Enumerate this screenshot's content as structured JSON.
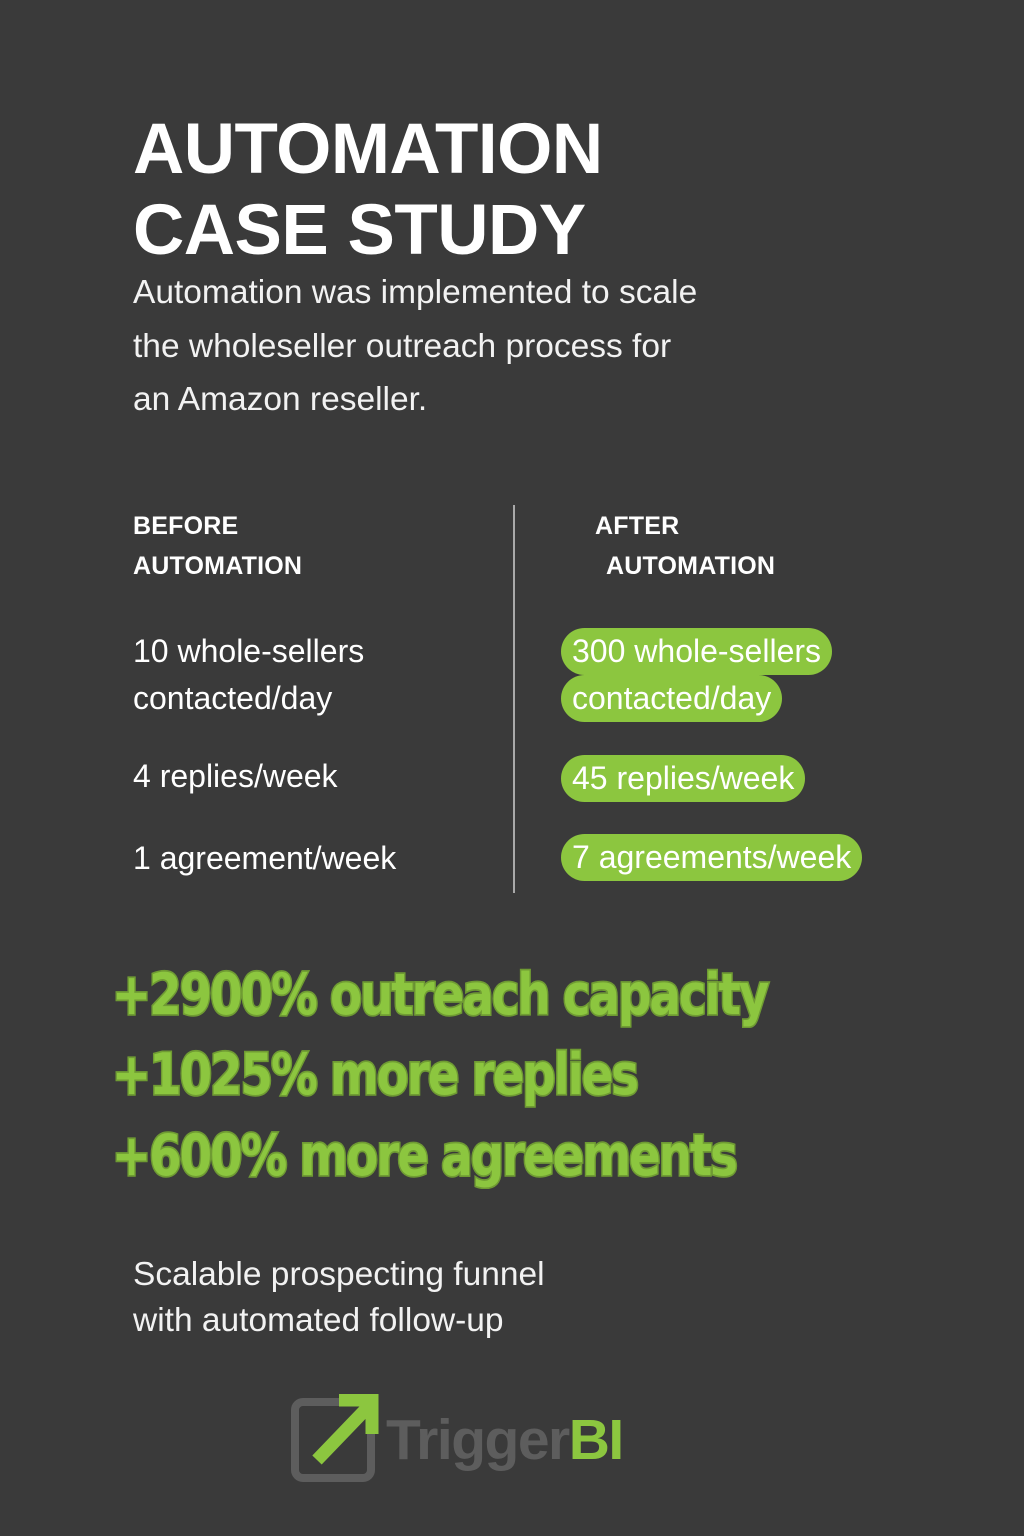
{
  "theme": {
    "background": "#3a3a3a",
    "accent_green": "#8cc63f",
    "text_white": "#ffffff",
    "logo_gray": "#5d5d5d",
    "divider_gray": "#a9a9a9"
  },
  "header": {
    "title_line1": "AUTOMATION",
    "title_line2": "CASE STUDY",
    "subtitle_line1": "Automation was implemented to scale",
    "subtitle_line2": "the wholeseller outreach process for",
    "subtitle_line3": "an Amazon reseller."
  },
  "comparison": {
    "before": {
      "heading_line1": "BEFORE",
      "heading_line2": "AUTOMATION",
      "rows": [
        "10 whole-sellers\ncontacted/day",
        "4 replies/week",
        "1 agreement/week"
      ]
    },
    "after": {
      "heading_line1": "AFTER",
      "heading_line2": "AUTOMATION",
      "rows": [
        {
          "line1": "300 whole-sellers",
          "line2": "contacted/day"
        },
        {
          "line1": "45 replies/week"
        },
        {
          "line1": "7 agreements/week"
        }
      ]
    }
  },
  "results": {
    "stat1": "+2900% outreach capacity",
    "stat2": "+1025% more replies",
    "stat3": "+600% more agreements"
  },
  "footer": {
    "tagline_line1": "Scalable prospecting funnel",
    "tagline_line2": "with automated follow-up",
    "logo_text_part1": "Trigger",
    "logo_text_part2": "BI",
    "logo_icon": "arrow-up-right-in-square-icon"
  }
}
